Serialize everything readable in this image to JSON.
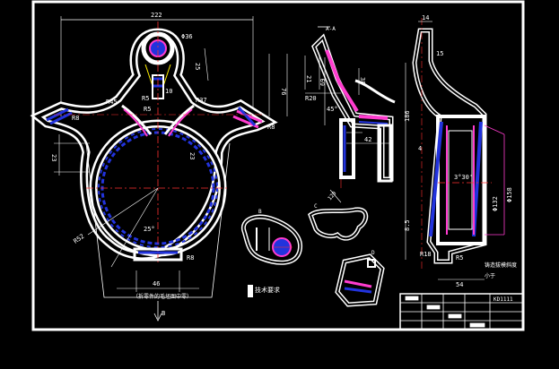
{
  "colors": {
    "background": "#000000",
    "outline": "#ffffff",
    "section_fill": "#2222cc",
    "hatch": "#ff3ccf",
    "centerline": "#ff3030",
    "dimension": "#ffffff",
    "accent_yellow": "#ffee00"
  },
  "main_view": {
    "dim_top": "222",
    "dim_boss_dia": "Φ36",
    "dim_side_r": "25",
    "dim_r85": "R5",
    "dim_hole": "10",
    "dim_r8": "R5",
    "dim_r37": "R37",
    "dim_r45": "R45",
    "dim_left_r": "R8",
    "dim_right_r": "R8",
    "dim_height": "76",
    "dim_right_v": "23",
    "dim_inner": "23",
    "dim_bottom_w": "46",
    "dim_bottom_r": "R8",
    "dim_angle": "25°",
    "dim_r152": "R52",
    "caption": "（拆零件的毛坯图中零）",
    "arrow_label": "B"
  },
  "section_view": {
    "label": "A-A",
    "dim_21": "21",
    "dim_38": "38",
    "dim_r20": "R20",
    "dim_angle": "45°",
    "dim_69": "69",
    "dim_42": "42"
  },
  "side_view": {
    "dim_top": "14",
    "dim_15": "15",
    "dim_186": "186",
    "dim_4": "4",
    "dim_3": "3°30'",
    "dim_dia": "Φ132",
    "dim_dia2": "Φ158",
    "dim_b": "8.5",
    "dim_bottom": "54",
    "dim_r5": "R5",
    "dim_r18": "R18"
  },
  "detail_views": {
    "label_b": "B",
    "label_c": "C",
    "label_d": "D",
    "small_dim": "120"
  },
  "notes": {
    "title": "技术要求",
    "right_note": "铸造拔模斜度",
    "right_note2": "小于"
  },
  "title_block": {
    "drawing_no": "KD1111",
    "cells": [
      "",
      "",
      "",
      "",
      "",
      "",
      "",
      ""
    ]
  }
}
